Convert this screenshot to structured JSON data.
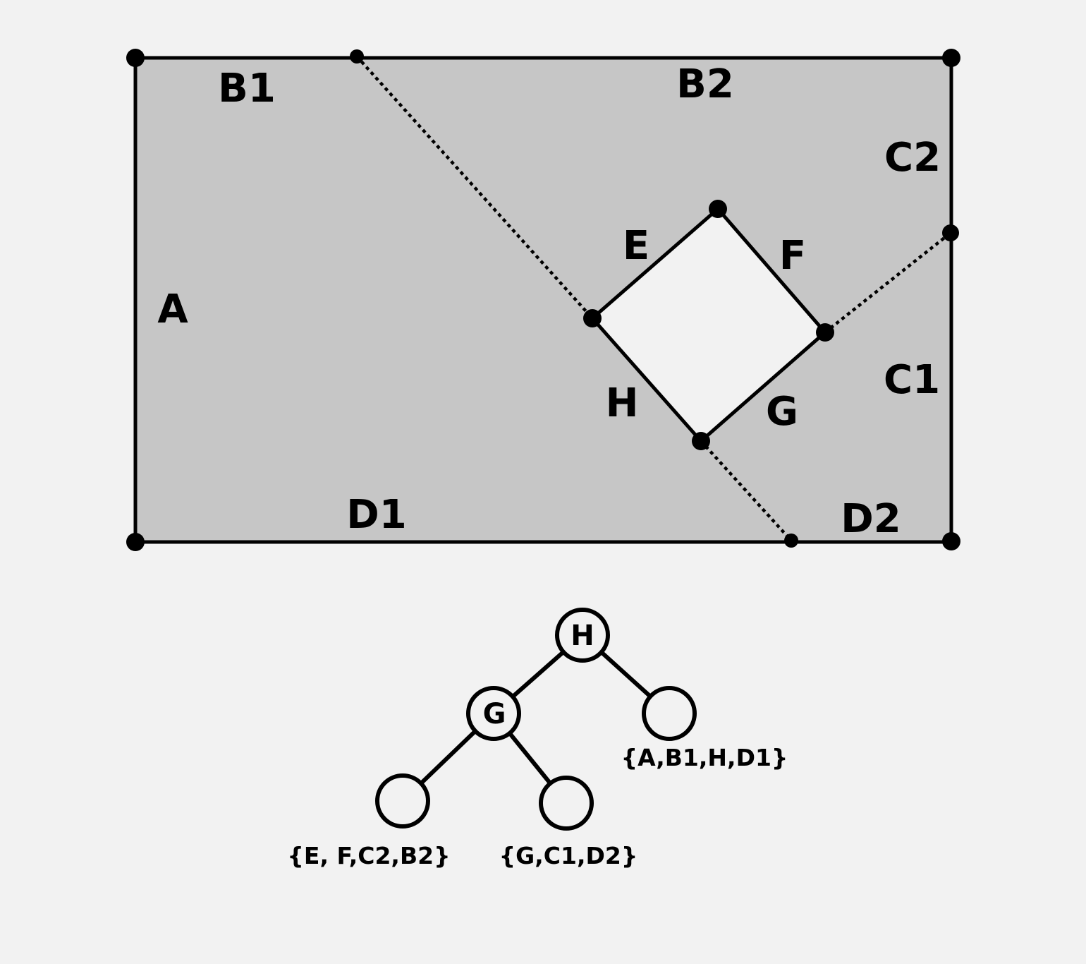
{
  "colors": {
    "background": "#f2f2f2",
    "region_fill": "#c6c6c6",
    "hole_fill": "#f2f2f2",
    "stroke": "#000000"
  },
  "regions": {
    "A": "A",
    "B1": "B1",
    "B2": "B2",
    "C1": "C1",
    "C2": "C2",
    "D1": "D1",
    "D2": "D2",
    "E": "E",
    "F": "F",
    "G": "G",
    "H": "H"
  },
  "tree": {
    "root": "H",
    "child": "G",
    "leaf_right_of_root": "{A,B1,H,D1}",
    "leaf_left_of_g": "{E, F,C2,B2}",
    "leaf_right_of_g": "{G,C1,D2}"
  }
}
